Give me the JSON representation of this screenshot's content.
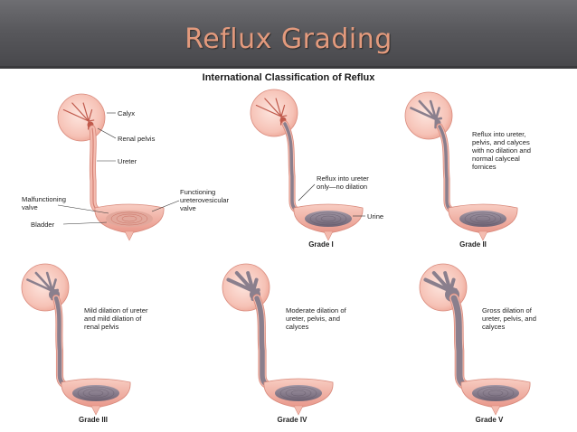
{
  "slide_title": "Reflux Grading",
  "diagram": {
    "title": "International Classification of Reflux",
    "anatomy_labels": {
      "calyx": "Calyx",
      "renal_pelvis": "Renal pelvis",
      "ureter": "Ureter",
      "malfunctioning_valve": [
        "Malfunctioning",
        "valve"
      ],
      "functioning_valve": [
        "Functioning",
        "ureterovesicular",
        "valve"
      ],
      "bladder": "Bladder",
      "urine": "Urine"
    },
    "grades": [
      {
        "name": "Grade I",
        "description": [
          "Reflux into ureter",
          "only—no dilation"
        ]
      },
      {
        "name": "Grade II",
        "description": [
          "Reflux into ureter,",
          "pelvis, and calyces",
          "with no dilation and",
          "normal calyceal",
          "fornices"
        ]
      },
      {
        "name": "Grade III",
        "description": [
          "Mild dilation of ureter",
          "and mild dilation of",
          "renal pelvis"
        ]
      },
      {
        "name": "Grade IV",
        "description": [
          "Moderate dilation of",
          "ureter, pelvis, and",
          "calyces"
        ]
      },
      {
        "name": "Grade V",
        "description": [
          "Gross dilation of",
          "ureter, pelvis, and",
          "calyces"
        ]
      }
    ],
    "colors": {
      "tissue_pink": "#f4bcb0",
      "tissue_edge": "#d98a7c",
      "tissue_dark": "#c05a4c",
      "urine_gray": "#8a7f8d",
      "title_orange": "#e39a7d"
    }
  }
}
